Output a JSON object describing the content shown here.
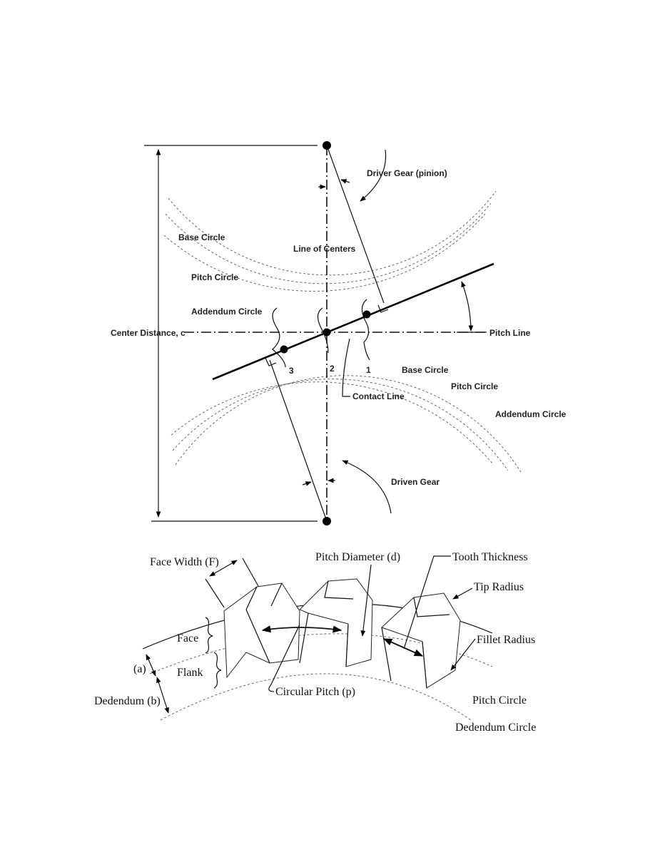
{
  "mesh_diagram": {
    "labels": {
      "driver_gear": "Driver Gear (pinion)",
      "line_of_centers": "Line of Centers",
      "base_circle_left": "Base Circle",
      "pitch_circle_left": "Pitch Circle",
      "addendum_circle_left": "Addendum Circle",
      "center_distance": "Center Distance, c",
      "pitch_line": "Pitch Line",
      "contact_line": "Contact Line",
      "base_circle_right": "Base Circle",
      "pitch_circle_right": "Pitch Circle",
      "addendum_circle_right": "Addendum Circle",
      "driven_gear": "Driven Gear",
      "point_1": "1",
      "point_2": "2",
      "point_3": "3"
    }
  },
  "tooth_diagram": {
    "labels": {
      "face_width": "Face Width (F)",
      "pitch_diameter": "Pitch Diameter (d)",
      "tooth_thickness": "Tooth Thickness",
      "tip_radius": "Tip Radius",
      "fillet_radius": "Fillet Radius",
      "face": "Face",
      "flank": "Flank",
      "addendum_a": "(a)",
      "dedendum": "Dedendum (b)",
      "circular_pitch": "Circular Pitch (p)",
      "pitch_circle": "Pitch Circle",
      "dedendum_circle": "Dedendum Circle"
    }
  }
}
